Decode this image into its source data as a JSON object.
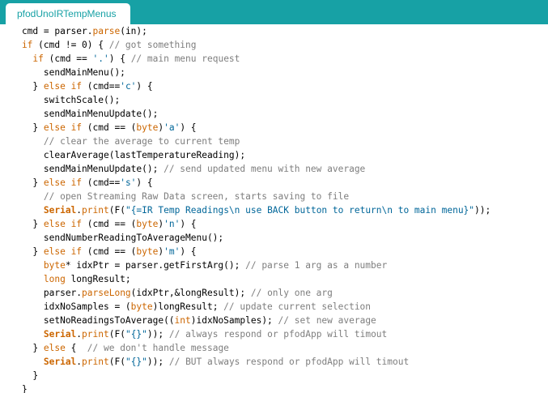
{
  "tab": {
    "title": "pfodUnoIRTempMenus"
  },
  "colors": {
    "tabbar": "#17a1a5",
    "keyword": "#cc6600",
    "string": "#006699",
    "comment": "#7e7e7e",
    "text": "#000000"
  },
  "code": {
    "lines": [
      [
        [
          "",
          "    cmd = parser."
        ],
        [
          "fn",
          "parse"
        ],
        [
          "",
          "(in);"
        ]
      ],
      [
        [
          "kw",
          "    if"
        ],
        [
          "",
          " (cmd != 0) { "
        ],
        [
          "cm",
          "// got something"
        ]
      ],
      [
        [
          "kw",
          "      if"
        ],
        [
          "",
          " (cmd == "
        ],
        [
          "str",
          "'.'"
        ],
        [
          "",
          ") { "
        ],
        [
          "cm",
          "// main menu request"
        ]
      ],
      [
        [
          "",
          "        sendMainMenu();"
        ]
      ],
      [
        [
          "",
          "      } "
        ],
        [
          "kw",
          "else if"
        ],
        [
          "",
          " (cmd=="
        ],
        [
          "str",
          "'c'"
        ],
        [
          "",
          ") {"
        ]
      ],
      [
        [
          "",
          "        switchScale();"
        ]
      ],
      [
        [
          "",
          "        sendMainMenuUpdate();"
        ]
      ],
      [
        [
          "",
          "      } "
        ],
        [
          "kw",
          "else if"
        ],
        [
          "",
          " (cmd == ("
        ],
        [
          "kw",
          "byte"
        ],
        [
          "",
          ")"
        ],
        [
          "str",
          "'a'"
        ],
        [
          "",
          ") {"
        ]
      ],
      [
        [
          "cm",
          "        // clear the average to current temp"
        ]
      ],
      [
        [
          "",
          "        clearAverage(lastTemperatureReading);"
        ]
      ],
      [
        [
          "",
          "        sendMainMenuUpdate(); "
        ],
        [
          "cm",
          "// send updated menu with new average"
        ]
      ],
      [
        [
          "",
          "      } "
        ],
        [
          "kw",
          "else if"
        ],
        [
          "",
          " (cmd=="
        ],
        [
          "str",
          "'s'"
        ],
        [
          "",
          ") {"
        ]
      ],
      [
        [
          "cm",
          "        // open Streaming Raw Data screen, starts saving to file"
        ]
      ],
      [
        [
          "cls",
          "        Serial"
        ],
        [
          "",
          "."
        ],
        [
          "fn",
          "print"
        ],
        [
          "",
          "(F("
        ],
        [
          "str",
          "\"{=IR Temp Readings\\n use BACK button to return\\n to main menu}\""
        ],
        [
          "",
          "));"
        ]
      ],
      [
        [
          "",
          "      } "
        ],
        [
          "kw",
          "else if"
        ],
        [
          "",
          " (cmd == ("
        ],
        [
          "kw",
          "byte"
        ],
        [
          "",
          ")"
        ],
        [
          "str",
          "'n'"
        ],
        [
          "",
          ") {"
        ]
      ],
      [
        [
          "",
          "        sendNumberReadingToAverageMenu();"
        ]
      ],
      [
        [
          "",
          "      } "
        ],
        [
          "kw",
          "else if"
        ],
        [
          "",
          " (cmd == ("
        ],
        [
          "kw",
          "byte"
        ],
        [
          "",
          ")"
        ],
        [
          "str",
          "'m'"
        ],
        [
          "",
          ") {"
        ]
      ],
      [
        [
          "kw",
          "        byte"
        ],
        [
          "",
          "* idxPtr = parser.getFirstArg(); "
        ],
        [
          "cm",
          "// parse 1 arg as a number"
        ]
      ],
      [
        [
          "kw",
          "        long"
        ],
        [
          "",
          " longResult;"
        ]
      ],
      [
        [
          "",
          "        parser."
        ],
        [
          "fn",
          "parseLong"
        ],
        [
          "",
          "(idxPtr,&longResult); "
        ],
        [
          "cm",
          "// only one arg"
        ]
      ],
      [
        [
          "",
          "        idxNoSamples = ("
        ],
        [
          "kw",
          "byte"
        ],
        [
          "",
          ")longResult; "
        ],
        [
          "cm",
          "// update current selection"
        ]
      ],
      [
        [
          "",
          "        setNoReadingsToAverage(("
        ],
        [
          "kw",
          "int"
        ],
        [
          "",
          ")idxNoSamples); "
        ],
        [
          "cm",
          "// set new average"
        ]
      ],
      [
        [
          "cls",
          "        Serial"
        ],
        [
          "",
          "."
        ],
        [
          "fn",
          "print"
        ],
        [
          "",
          "(F("
        ],
        [
          "str",
          "\"{}\""
        ],
        [
          "",
          ")); "
        ],
        [
          "cm",
          "// always respond or pfodApp will timout"
        ]
      ],
      [
        [
          "",
          "      } "
        ],
        [
          "kw",
          "else"
        ],
        [
          "",
          " {  "
        ],
        [
          "cm",
          "// we don't handle message"
        ]
      ],
      [
        [
          "cls",
          "        Serial"
        ],
        [
          "",
          "."
        ],
        [
          "fn",
          "print"
        ],
        [
          "",
          "(F("
        ],
        [
          "str",
          "\"{}\""
        ],
        [
          "",
          ")); "
        ],
        [
          "cm",
          "// BUT always respond or pfodApp will timout"
        ]
      ],
      [
        [
          "",
          "      }"
        ]
      ],
      [
        [
          "",
          "    }"
        ]
      ]
    ]
  }
}
